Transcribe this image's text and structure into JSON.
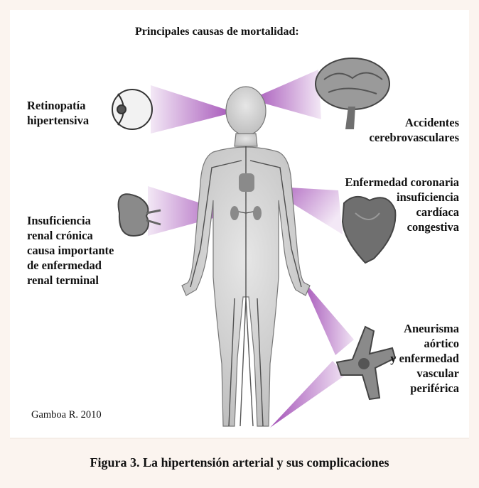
{
  "title": "Principales causas de mortalidad:",
  "labels": {
    "retinopatia": "Retinopatía\nhipertensiva",
    "accidentes": "Accidentes\ncerebrovasculares",
    "coronaria": "Enfermedad coronaria\ninsuficiencia\ncardíaca\ncongestiva",
    "renal": "Insuficiencia\nrenal crónica\ncausa importante\nde enfermedad\nrenal terminal",
    "aneurisma": "Aneurisma\naórtico\ny enfermedad\nvascular\nperiférica"
  },
  "credit": "Gamboa R. 2010",
  "caption": "Figura 3. La hipertensión arterial y sus complicaciones",
  "colors": {
    "page_bg": "#fbf4ef",
    "panel_bg": "#ffffff",
    "beam": "#9a3fb0",
    "body_fill": "#d9d9d9",
    "organ_fill": "#8a8a8a",
    "vessel": "#3a3a3a"
  }
}
